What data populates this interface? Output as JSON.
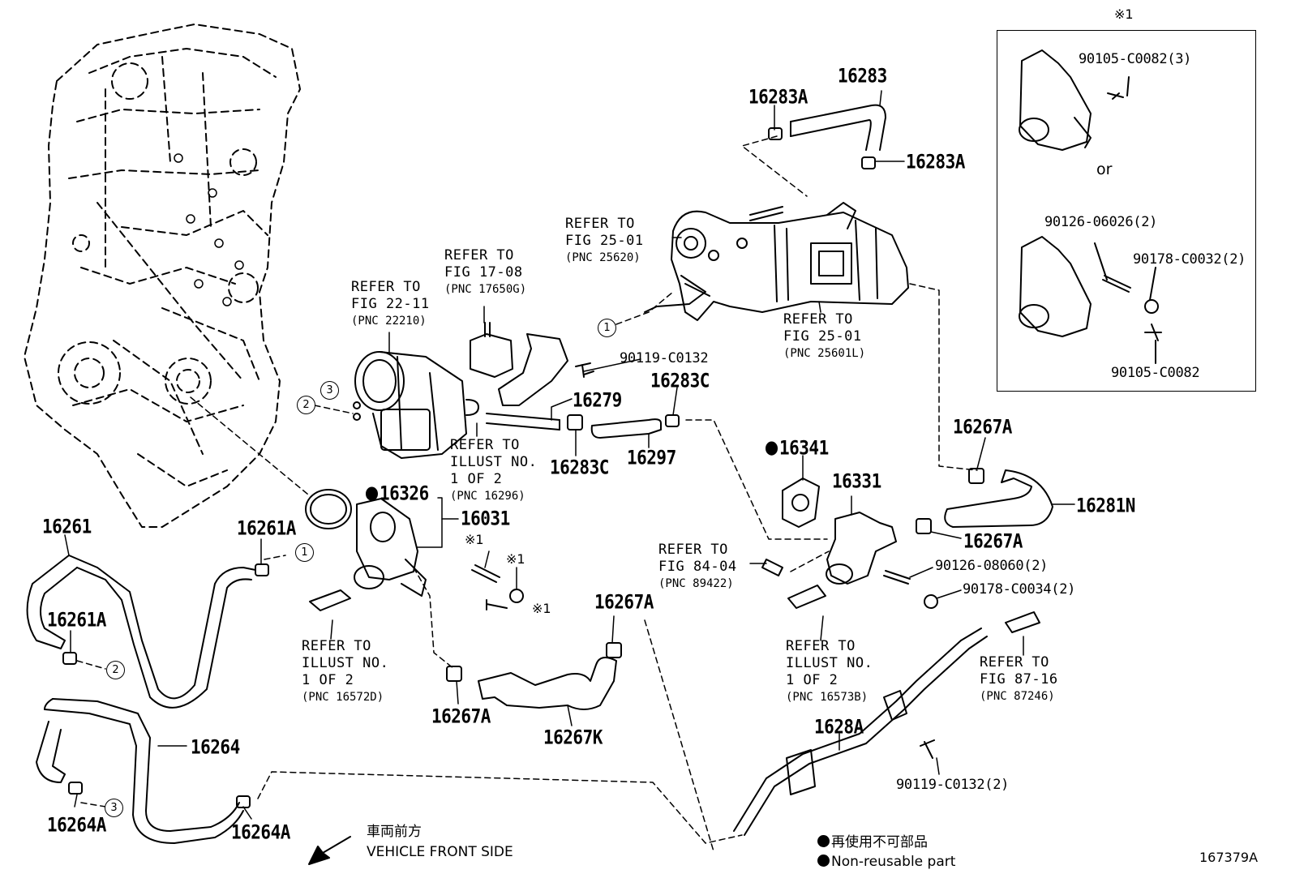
{
  "inset": {
    "mark": "※1",
    "part_a": "90105-C0082(3)",
    "or_text": "or",
    "part_b": "90126-06026(2)",
    "part_c": "90178-C0032(2)",
    "part_d": "90105-C0082"
  },
  "callouts": {
    "c1": "1",
    "c2": "2",
    "c3": "3"
  },
  "marks": {
    "star": "※1"
  },
  "parts": {
    "p16283": "16283",
    "p16283A": "16283A",
    "p16283C": "16283C",
    "p16279": "16279",
    "p16297": "16297",
    "p90119_C0132": "90119-C0132",
    "p90119_C0132_2": "90119-C0132(2)",
    "p16341": "16341",
    "p16326": "16326",
    "p16031": "16031",
    "p16331": "16331",
    "p16267A": "16267A",
    "p16267K": "16267K",
    "p16281N": "16281N",
    "p16261": "16261",
    "p16261A": "16261A",
    "p16264": "16264",
    "p16264A": "16264A",
    "p1628A": "1628A",
    "p90126_08060": "90126-08060(2)",
    "p90178_C0034": "90178-C0034(2)"
  },
  "refs": {
    "fig25_01_a": {
      "l1": "REFER TO",
      "l2": "FIG 25-01",
      "l3": "(PNC 25620)"
    },
    "fig25_01_b": {
      "l1": "REFER TO",
      "l2": "FIG 25-01",
      "l3": "(PNC 25601L)"
    },
    "fig17_08": {
      "l1": "REFER TO",
      "l2": "FIG 17-08",
      "l3": "(PNC 17650G)"
    },
    "fig22_11": {
      "l1": "REFER TO",
      "l2": "FIG 22-11",
      "l3": "(PNC 22210)"
    },
    "illust_16296": {
      "l1": "REFER TO",
      "l2": "ILLUST NO.",
      "l3": "1 OF 2",
      "l4": "(PNC 16296)"
    },
    "fig84_04": {
      "l1": "REFER TO",
      "l2": "FIG 84-04",
      "l3": "(PNC 89422)"
    },
    "illust_16572D": {
      "l1": "REFER TO",
      "l2": "ILLUST NO.",
      "l3": "1 OF 2",
      "l4": "(PNC 16572D)"
    },
    "illust_16573B": {
      "l1": "REFER TO",
      "l2": "ILLUST NO.",
      "l3": "1 OF 2",
      "l4": "(PNC 16573B)"
    },
    "fig87_16": {
      "l1": "REFER TO",
      "l2": "FIG 87-16",
      "l3": "(PNC 87246)"
    }
  },
  "legend": {
    "front_jp": "車両前方",
    "front_en": "VEHICLE FRONT SIDE",
    "nonreuse_jp": "再使用不可部品",
    "nonreuse_en": "Non-reusable part"
  },
  "figure_id": "167379A"
}
